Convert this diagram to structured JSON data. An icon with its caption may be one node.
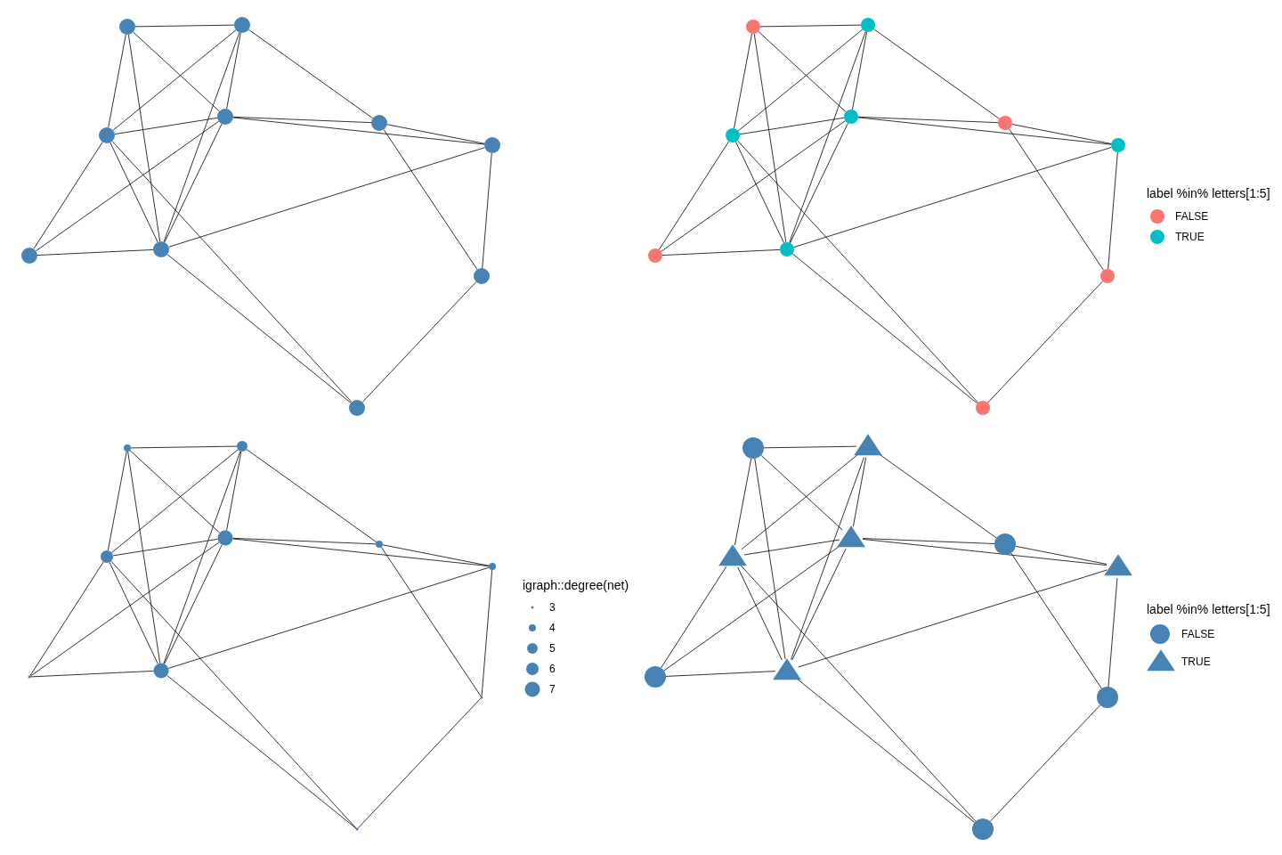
{
  "diagram": {
    "nodes": [
      {
        "text": [],
        "shape": "circle"
      },
      {
        "text": [],
        "shape": "circle"
      },
      {
        "text": [],
        "shape": "circle"
      },
      {
        "text": [],
        "shape": "circle"
      },
      {
        "text": [],
        "shape": "circle"
      },
      {
        "text": [],
        "shape": "circle"
      },
      {
        "text": [],
        "shape": "circle"
      },
      {
        "text": [],
        "shape": "circle"
      },
      {
        "text": [],
        "shape": "circle"
      },
      {
        "text": [],
        "shape": "circle"
      },
      {
        "text": [],
        "shape": "circle"
      },
      {
        "text": [],
        "shape": "circle"
      },
      {
        "text": [],
        "shape": "circle"
      },
      {
        "text": [],
        "shape": "circle"
      },
      {
        "text": [],
        "shape": "circle"
      },
      {
        "text": [],
        "shape": "circle"
      },
      {
        "text": [],
        "shape": "circle"
      },
      {
        "text": [],
        "shape": "circle"
      },
      {
        "text": [],
        "shape": "circle"
      },
      {
        "text": [],
        "shape": "circle"
      },
      {
        "text": [],
        "shape": "circle"
      },
      {
        "text": [],
        "shape": "circle"
      },
      {
        "text": [],
        "shape": "circle"
      },
      {
        "text": [],
        "shape": "circle"
      },
      {
        "text": [],
        "shape": "circle"
      },
      {
        "text": [],
        "shape": "circle"
      },
      {
        "text": [],
        "shape": "circle"
      },
      {
        "text": [],
        "shape": "circle"
      },
      {
        "text": [],
        "shape": "circle"
      },
      {
        "text": [],
        "shape": "circle"
      },
      {
        "text": [],
        "shape": "circle"
      },
      {
        "text": [],
        "shape": "triangle"
      },
      {
        "text": [],
        "shape": "triangle"
      },
      {
        "text": [],
        "shape": "triangle"
      },
      {
        "text": [],
        "shape": "circle"
      },
      {
        "text": [],
        "shape": "triangle"
      },
      {
        "text": [],
        "shape": "circle"
      },
      {
        "text": [],
        "shape": "triangle"
      },
      {
        "text": [],
        "shape": "circle"
      },
      {
        "text": [],
        "shape": "circle"
      }
    ],
    "edges": [
      {
        "from": 0,
        "to": 1,
        "arrow": "none"
      },
      {
        "from": 0,
        "to": 2,
        "arrow": "none"
      },
      {
        "from": 0,
        "to": 3,
        "arrow": "none"
      },
      {
        "from": 0,
        "to": 7,
        "arrow": "none"
      },
      {
        "from": 1,
        "to": 2,
        "arrow": "none"
      },
      {
        "from": 1,
        "to": 3,
        "arrow": "none"
      },
      {
        "from": 1,
        "to": 4,
        "arrow": "none"
      },
      {
        "from": 1,
        "to": 7,
        "arrow": "none"
      },
      {
        "from": 2,
        "to": 3,
        "arrow": "none"
      },
      {
        "from": 2,
        "to": 6,
        "arrow": "none"
      },
      {
        "from": 2,
        "to": 7,
        "arrow": "none"
      },
      {
        "from": 2,
        "to": 9,
        "arrow": "none"
      },
      {
        "from": 3,
        "to": 4,
        "arrow": "none"
      },
      {
        "from": 3,
        "to": 5,
        "arrow": "none"
      },
      {
        "from": 3,
        "to": 6,
        "arrow": "none"
      },
      {
        "from": 3,
        "to": 7,
        "arrow": "none"
      },
      {
        "from": 4,
        "to": 5,
        "arrow": "none"
      },
      {
        "from": 4,
        "to": 8,
        "arrow": "none"
      },
      {
        "from": 5,
        "to": 7,
        "arrow": "none"
      },
      {
        "from": 5,
        "to": 8,
        "arrow": "none"
      },
      {
        "from": 6,
        "to": 7,
        "arrow": "none"
      },
      {
        "from": 7,
        "to": 9,
        "arrow": "none"
      },
      {
        "from": 8,
        "to": 9,
        "arrow": "none"
      },
      {
        "from": 10,
        "to": 11,
        "arrow": "none"
      },
      {
        "from": 10,
        "to": 12,
        "arrow": "none"
      },
      {
        "from": 10,
        "to": 13,
        "arrow": "none"
      },
      {
        "from": 10,
        "to": 17,
        "arrow": "none"
      },
      {
        "from": 11,
        "to": 12,
        "arrow": "none"
      },
      {
        "from": 11,
        "to": 13,
        "arrow": "none"
      },
      {
        "from": 11,
        "to": 14,
        "arrow": "none"
      },
      {
        "from": 11,
        "to": 17,
        "arrow": "none"
      },
      {
        "from": 12,
        "to": 13,
        "arrow": "none"
      },
      {
        "from": 12,
        "to": 16,
        "arrow": "none"
      },
      {
        "from": 12,
        "to": 17,
        "arrow": "none"
      },
      {
        "from": 12,
        "to": 19,
        "arrow": "none"
      },
      {
        "from": 13,
        "to": 14,
        "arrow": "none"
      },
      {
        "from": 13,
        "to": 15,
        "arrow": "none"
      },
      {
        "from": 13,
        "to": 16,
        "arrow": "none"
      },
      {
        "from": 13,
        "to": 17,
        "arrow": "none"
      },
      {
        "from": 14,
        "to": 15,
        "arrow": "none"
      },
      {
        "from": 14,
        "to": 18,
        "arrow": "none"
      },
      {
        "from": 15,
        "to": 17,
        "arrow": "none"
      },
      {
        "from": 15,
        "to": 18,
        "arrow": "none"
      },
      {
        "from": 16,
        "to": 17,
        "arrow": "none"
      },
      {
        "from": 17,
        "to": 19,
        "arrow": "none"
      },
      {
        "from": 18,
        "to": 19,
        "arrow": "none"
      },
      {
        "from": 20,
        "to": 21,
        "arrow": "none"
      },
      {
        "from": 20,
        "to": 22,
        "arrow": "none"
      },
      {
        "from": 20,
        "to": 23,
        "arrow": "none"
      },
      {
        "from": 20,
        "to": 27,
        "arrow": "none"
      },
      {
        "from": 21,
        "to": 22,
        "arrow": "none"
      },
      {
        "from": 21,
        "to": 23,
        "arrow": "none"
      },
      {
        "from": 21,
        "to": 24,
        "arrow": "none"
      },
      {
        "from": 21,
        "to": 27,
        "arrow": "none"
      },
      {
        "from": 22,
        "to": 23,
        "arrow": "none"
      },
      {
        "from": 22,
        "to": 26,
        "arrow": "none"
      },
      {
        "from": 22,
        "to": 27,
        "arrow": "none"
      },
      {
        "from": 22,
        "to": 29,
        "arrow": "none"
      },
      {
        "from": 23,
        "to": 24,
        "arrow": "none"
      },
      {
        "from": 23,
        "to": 25,
        "arrow": "none"
      },
      {
        "from": 23,
        "to": 26,
        "arrow": "none"
      },
      {
        "from": 23,
        "to": 27,
        "arrow": "none"
      },
      {
        "from": 24,
        "to": 25,
        "arrow": "none"
      },
      {
        "from": 24,
        "to": 28,
        "arrow": "none"
      },
      {
        "from": 25,
        "to": 27,
        "arrow": "none"
      },
      {
        "from": 25,
        "to": 28,
        "arrow": "none"
      },
      {
        "from": 26,
        "to": 27,
        "arrow": "none"
      },
      {
        "from": 27,
        "to": 29,
        "arrow": "none"
      },
      {
        "from": 28,
        "to": 29,
        "arrow": "none"
      },
      {
        "from": 30,
        "to": 31,
        "arrow": "none"
      },
      {
        "from": 30,
        "to": 32,
        "arrow": "none"
      },
      {
        "from": 30,
        "to": 33,
        "arrow": "none"
      },
      {
        "from": 30,
        "to": 37,
        "arrow": "none"
      },
      {
        "from": 31,
        "to": 32,
        "arrow": "none"
      },
      {
        "from": 31,
        "to": 33,
        "arrow": "none"
      },
      {
        "from": 31,
        "to": 34,
        "arrow": "none"
      },
      {
        "from": 31,
        "to": 37,
        "arrow": "none"
      },
      {
        "from": 32,
        "to": 33,
        "arrow": "none"
      },
      {
        "from": 32,
        "to": 36,
        "arrow": "none"
      },
      {
        "from": 32,
        "to": 37,
        "arrow": "none"
      },
      {
        "from": 32,
        "to": 39,
        "arrow": "none"
      },
      {
        "from": 33,
        "to": 34,
        "arrow": "none"
      },
      {
        "from": 33,
        "to": 35,
        "arrow": "none"
      },
      {
        "from": 33,
        "to": 36,
        "arrow": "none"
      },
      {
        "from": 33,
        "to": 37,
        "arrow": "none"
      },
      {
        "from": 34,
        "to": 35,
        "arrow": "none"
      },
      {
        "from": 34,
        "to": 38,
        "arrow": "none"
      },
      {
        "from": 35,
        "to": 37,
        "arrow": "none"
      },
      {
        "from": 35,
        "to": 38,
        "arrow": "none"
      },
      {
        "from": 36,
        "to": 37,
        "arrow": "none"
      },
      {
        "from": 37,
        "to": 39,
        "arrow": "none"
      },
      {
        "from": 38,
        "to": 39,
        "arrow": "none"
      }
    ],
    "labels": [
      "label %in% letters[1:5]",
      "igraph::degree(net)",
      "label %in% letters[1:5]"
    ],
    "legend": [
      {
        "text": "FALSE",
        "color": "#f8766d"
      },
      {
        "text": "TRUE",
        "color": "#00bfc4"
      },
      {
        "text": "3"
      },
      {
        "text": "4"
      },
      {
        "text": "5"
      },
      {
        "text": "6"
      },
      {
        "text": "7"
      },
      {
        "text": "FALSE"
      },
      {
        "text": "TRUE"
      }
    ]
  }
}
